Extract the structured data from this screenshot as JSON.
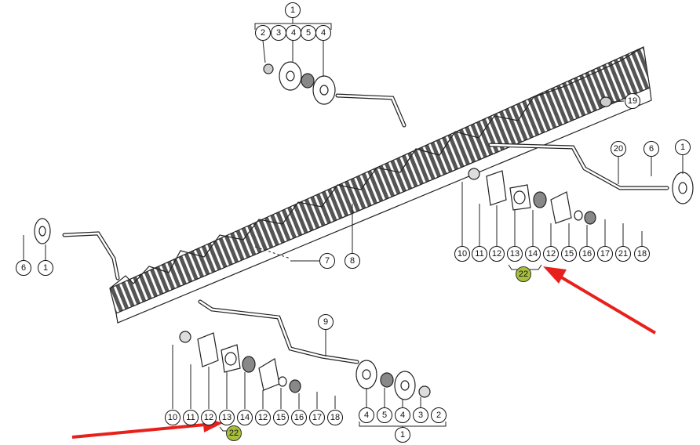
{
  "diagram": {
    "callouts": [
      "1",
      "2",
      "3",
      "4",
      "5",
      "4",
      "19",
      "20",
      "6",
      "1",
      "10",
      "11",
      "12",
      "13",
      "14",
      "12",
      "15",
      "16",
      "17",
      "21",
      "18",
      "22",
      "6",
      "1",
      "7",
      "8",
      "9",
      "10",
      "11",
      "12",
      "13",
      "14",
      "12",
      "15",
      "16",
      "17",
      "18",
      "22",
      "4",
      "5",
      "4",
      "3",
      "2",
      "1"
    ],
    "highlighted_callout": "22",
    "colors": {
      "highlight": "#a8bf3c",
      "arrow": "#e8201c",
      "line": "#222222"
    },
    "annotations": [
      "red-arrow-to-22-right",
      "red-arrow-to-22-bottom"
    ]
  }
}
